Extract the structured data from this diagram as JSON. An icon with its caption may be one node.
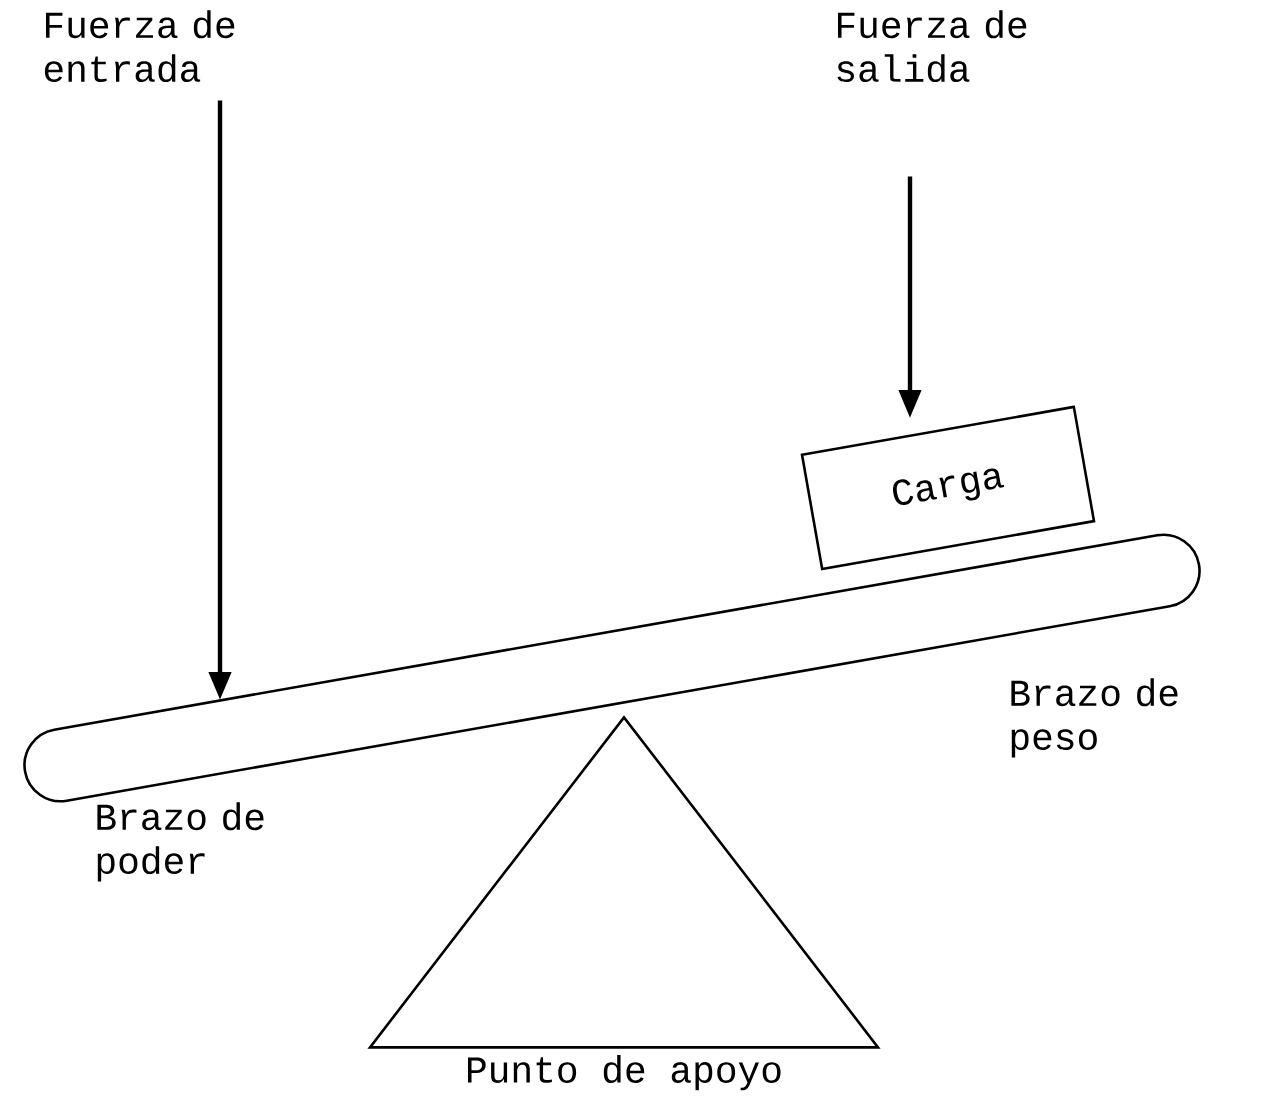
{
  "diagram": {
    "nodes": [
      {
        "text": [
          "Fuerza de entrada"
        ]
      },
      {
        "text": [
          "Fuerza de salida"
        ]
      },
      {
        "text": [
          "Carga"
        ]
      },
      {
        "text": [],
        "shape": "bar"
      },
      {
        "text": [
          "Punto de apoyo"
        ]
      }
    ],
    "edges": [
      {
        "from": 0,
        "to": 3,
        "arrow": "to"
      },
      {
        "from": 1,
        "to": 2,
        "arrow": "to"
      }
    ],
    "labels": [
      "Brazo de peso",
      "Brazo de poder"
    ]
  }
}
